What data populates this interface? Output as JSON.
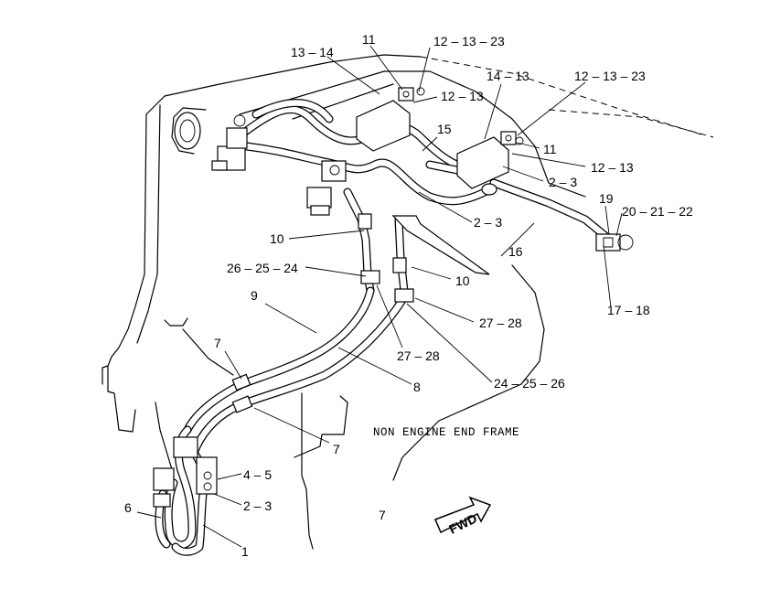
{
  "callouts": {
    "c_13_14": "13 – 14",
    "c_11_top": "11",
    "c_12_13_23_top": "12 – 13 – 23",
    "c_12_13_top": "12 – 13",
    "c_14_13": "14 – 13",
    "c_12_13_23_right": "12 – 13 – 23",
    "c_15": "15",
    "c_11_right": "11",
    "c_12_13_right": "12 – 13",
    "c_2_3_right": "2 – 3",
    "c_19": "19",
    "c_20_21_22": "20 – 21 – 22",
    "c_2_3_mid": "2 – 3",
    "c_16": "16",
    "c_10_left": "10",
    "c_26_25_24": "26 – 25 – 24",
    "c_10_right": "10",
    "c_17_18": "17 – 18",
    "c_9": "9",
    "c_27_28_right": "27 – 28",
    "c_7_upper": "7",
    "c_27_28_mid": "27 – 28",
    "c_8": "8",
    "c_24_25_26": "24 – 25 – 26",
    "c_7_mid": "7",
    "c_4_5": "4 – 5",
    "c_6": "6",
    "c_2_3_bottom": "2 – 3",
    "c_7_bottom": "7",
    "c_1": "1"
  },
  "caption": "NON ENGINE END FRAME",
  "fwd_label": "FWD"
}
